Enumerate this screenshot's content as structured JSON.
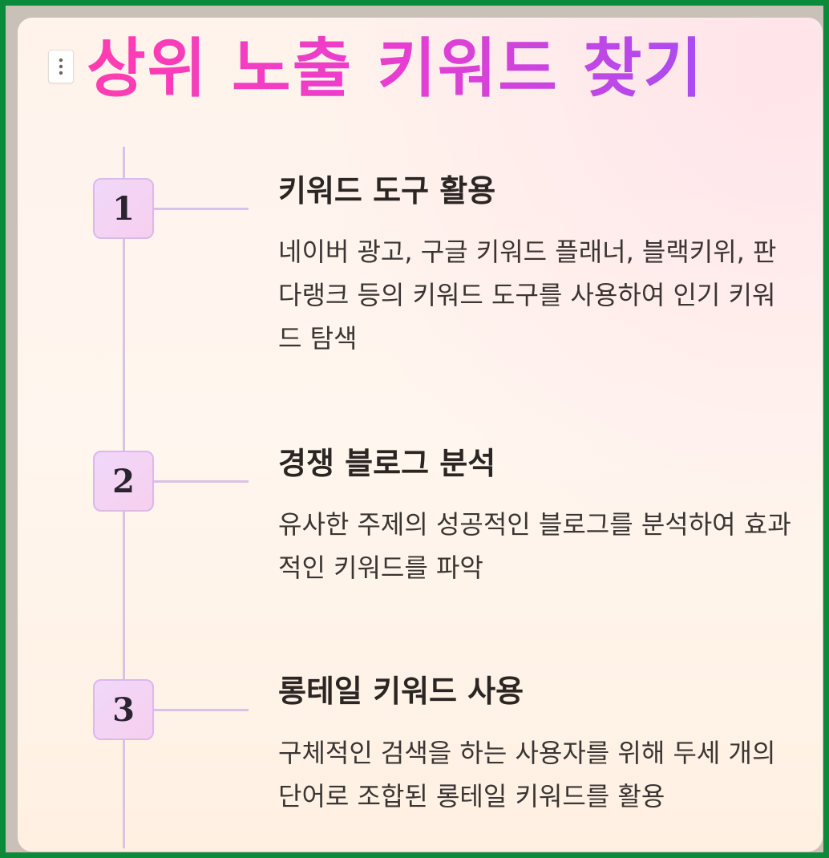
{
  "title": "상위 노출 키워드 찾기",
  "menu_icon": "vertical-ellipsis-icon",
  "steps": [
    {
      "number": "1",
      "heading": "키워드 도구 활용",
      "description": "네이버 광고, 구글 키워드 플래너, 블랙키위, 판다랭크 등의 키워드 도구를 사용하여 인기 키워드 탐색"
    },
    {
      "number": "2",
      "heading": "경쟁 블로그 분석",
      "description": "유사한 주제의 성공적인 블로그를 분석하여 효과적인 키워드를 파악"
    },
    {
      "number": "3",
      "heading": "롱테일 키워드 사용",
      "description": "구체적인 검색을 하는 사용자를 위해 두세 개의 단어로 조합된 롱테일 키워드를 활용"
    }
  ],
  "colors": {
    "frame_border": "#0b8a3a",
    "title_gradient_start": "#ff3db0",
    "title_gradient_end": "#a94cf0",
    "timeline": "#d8c2e6",
    "badge_fill": "#f0d8fa"
  }
}
